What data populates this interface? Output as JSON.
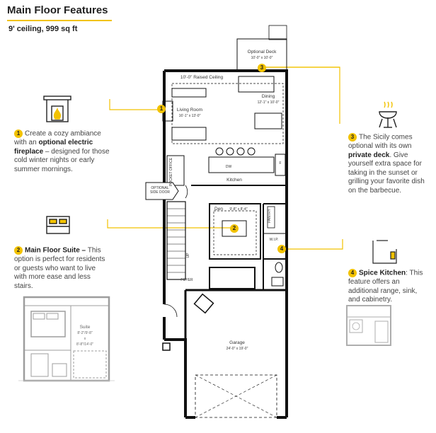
{
  "header": {
    "title": "Main Floor Features",
    "subtitle": "9' ceiling, 999 sq ft"
  },
  "colors": {
    "accent": "#f2c200",
    "wall": "#111111",
    "text": "#444444"
  },
  "features": [
    {
      "number": "1",
      "icon": "fireplace-icon",
      "pre": "Create a cozy ambiance with an ",
      "bold": "optional electric fireplace",
      "post": " – designed for those cold winter nights or early summer mornings."
    },
    {
      "number": "2",
      "icon": "bed-icon",
      "bold": "Main Floor Suite –",
      "post": " This option is perfect for residents or guests who want to live with more ease and less stairs."
    },
    {
      "number": "3",
      "icon": "bbq-grill-icon",
      "pre": "The Sicily comes optional with its own ",
      "bold": "private deck",
      "post": ". Give yourself extra space for taking in the sunset or grilling your favorite dish on the barbecue."
    },
    {
      "number": "4",
      "icon": "spice-kitchen-icon",
      "bold": "Spice Kitchen",
      "post": ": This feature offers an additional range, sink, and cabinetry."
    }
  ],
  "plan": {
    "optional_deck": "Optional Deck",
    "optional_deck_size": "10'-0\" x 10'-0\"",
    "raised_ceiling": "10'-0\" Raised Ceiling",
    "dining": "Dining",
    "dining_size": "12'-1\" x 10'-0\"",
    "living_room": "Living Room",
    "living_room_size": "16'-1\" x 13'-0\"",
    "pocket_office": "POCKET OFFICE",
    "dw": "DW",
    "fridge": "F",
    "kitchen": "Kitchen",
    "optional_side_door": "OPTIONAL SIDE DOOR",
    "den": "Den",
    "den_size": "9'-8\" x 8'-4\"",
    "pantry": "PANTRY",
    "wip": "W.I.P.",
    "up": "UP",
    "foyer": "FOYER",
    "garage": "Garage",
    "garage_size": "24'-0\" x 19'-0\""
  },
  "suite_inset": {
    "label": "Suite",
    "size_line1": "8'-2\"/9'-8\"",
    "size_line2": "x",
    "size_line3": "8'-8\"/14'-0\""
  }
}
